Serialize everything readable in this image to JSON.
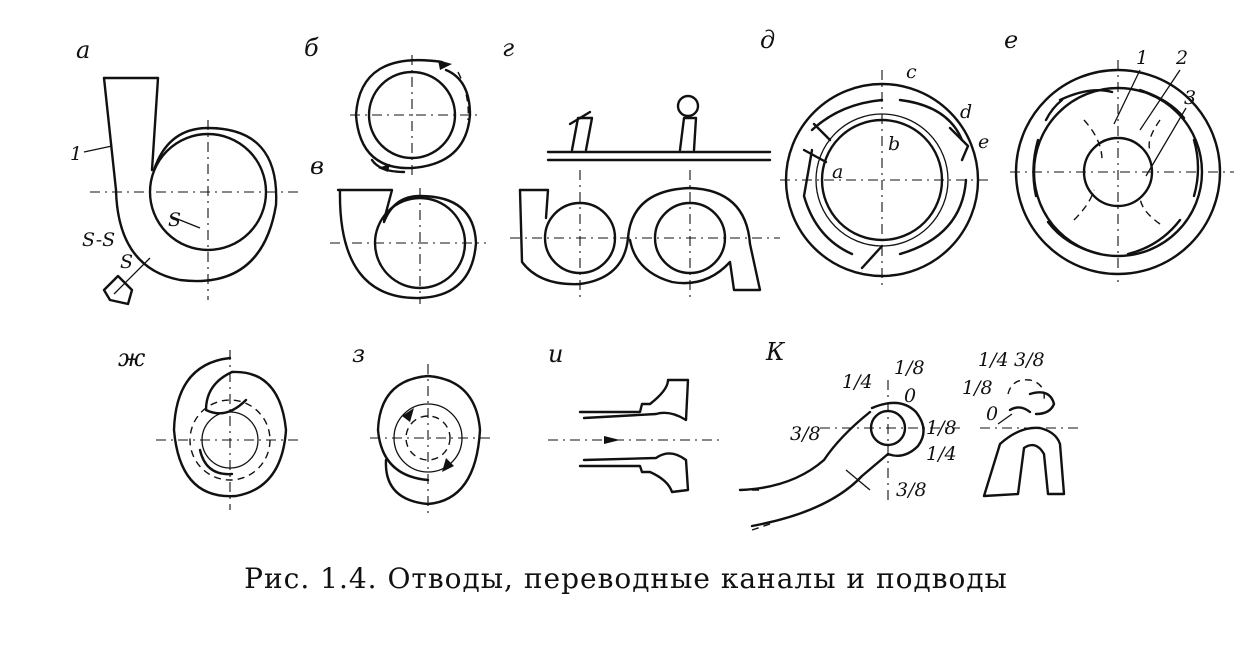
{
  "caption": "Рис. 1.4. Отводы, переводные каналы и подводы",
  "panels": {
    "a": {
      "letter": "а",
      "labels": [
        "1",
        "S",
        "S-S",
        "S"
      ]
    },
    "b": {
      "letter": "б"
    },
    "v": {
      "letter": "в"
    },
    "g": {
      "letter": "г"
    },
    "d": {
      "letter": "д",
      "labels": [
        "c",
        "d",
        "e",
        "b",
        "a"
      ]
    },
    "e": {
      "letter": "е",
      "labels": [
        "1",
        "2",
        "3"
      ]
    },
    "zh": {
      "letter": "ж"
    },
    "z": {
      "letter": "з"
    },
    "i": {
      "letter": "и"
    },
    "k": {
      "letter": "К",
      "labels": [
        "1/8",
        "1/4",
        "0",
        "3/8",
        "1/8",
        "1/4",
        "3/8"
      ]
    },
    "k2": {
      "labels": [
        "1/4",
        "3/8",
        "1/8",
        "0"
      ]
    }
  }
}
